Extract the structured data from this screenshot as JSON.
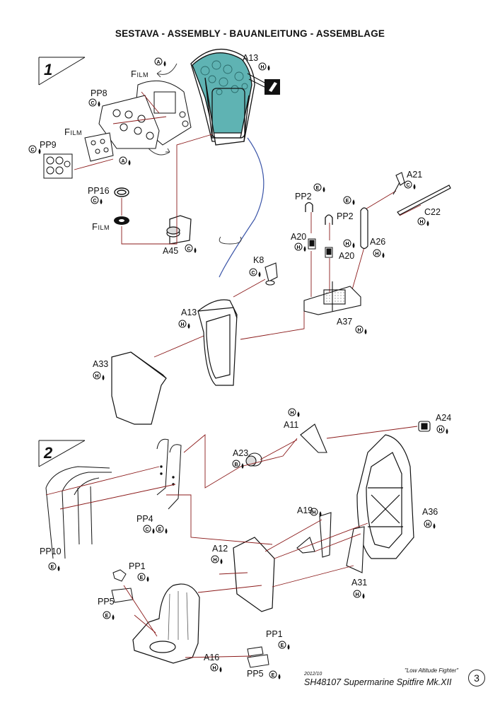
{
  "header": {
    "title": "SESTAVA - ASSEMBLY - BAUANLEITUNG - ASSEMBLAGE"
  },
  "steps": [
    "1",
    "2"
  ],
  "labels": {
    "film": "Film",
    "pp8": "PP8",
    "pp9": "PP9",
    "pp16": "PP16",
    "a13_top": "A13",
    "a13_mid": "A13",
    "a45": "A45",
    "pp2_a": "PP2",
    "pp2_b": "PP2",
    "a20_a": "A20",
    "a20_b": "A20",
    "a21": "A21",
    "c22": "C22",
    "a26": "A26",
    "a37": "A37",
    "k8": "K8",
    "a33": "A33",
    "a11": "A11",
    "a24": "A24",
    "a23": "A23",
    "pp4": "PP4",
    "a19": "A19",
    "a36": "A36",
    "pp10": "PP10",
    "a12": "A12",
    "pp1_a": "PP1",
    "pp1_b": "PP1",
    "pp5_a": "PP5",
    "pp5_b": "PP5",
    "a31": "A31",
    "a16": "A16"
  },
  "color_codes": {
    "a": "A",
    "b": "B",
    "c": "C",
    "e": "E",
    "h": "H"
  },
  "footer": {
    "date": "2012/10",
    "subtitle": "\"Low Altitude Fighter\"",
    "model": "SH48107 Supermarine Spitfire Mk.XII",
    "page": "3"
  },
  "colors": {
    "ink": "#111111",
    "line": "#8b1a1a",
    "blue": "#3b55a8",
    "film": "#5fb3b3"
  }
}
